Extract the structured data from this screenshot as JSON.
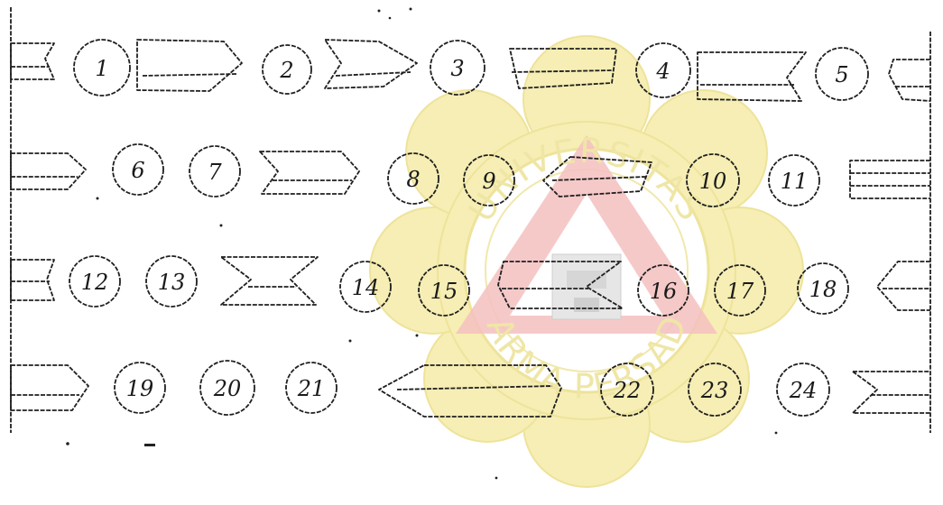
{
  "watermark": {
    "top_text": "UNIVERSITAS",
    "bottom_text": "DARMA PERSADA",
    "colors": {
      "petal": "#f6eeb4",
      "outline": "#eee39a",
      "triangle": "#f4c0c0",
      "text": "#efe6a6"
    }
  },
  "labels": [
    "1",
    "2",
    "3",
    "4",
    "5",
    "6",
    "7",
    "8",
    "9",
    "10",
    "11",
    "12",
    "13",
    "14",
    "15",
    "16",
    "17",
    "18",
    "19",
    "20",
    "21",
    "22",
    "23",
    "24"
  ]
}
